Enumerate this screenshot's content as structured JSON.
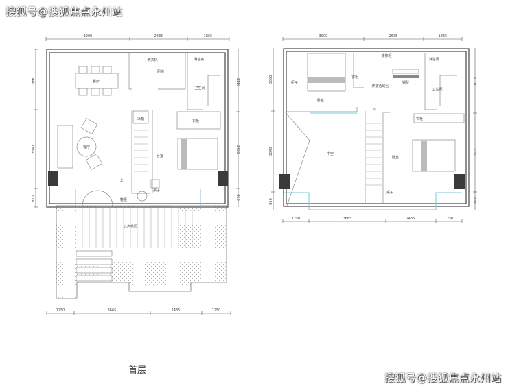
{
  "watermark_top": "搜狐号@搜狐焦点永州站",
  "watermark_bottom": "搜狐号@搜狐焦点永州站",
  "ground_floor": {
    "title": "首层",
    "dims_top": [
      "3900",
      "2635",
      "1865"
    ],
    "dims_left": [
      "3090",
      "3840",
      "850"
    ],
    "dims_right": [
      "3110",
      "3790",
      "850"
    ],
    "dims_bottom": [
      "1250",
      "3665",
      "2435",
      "1250"
    ],
    "rooms": {
      "dining": "餐厅",
      "kitchen": "厨房",
      "washer": "洗衣机",
      "shower": "淋浴房",
      "bathroom": "卫生间",
      "fridge": "冰箱",
      "living": "客厅",
      "bedroom": "卧室",
      "stairs_up": "上",
      "table": "桌子",
      "shoe_cabinet": "鞋柜",
      "entry_garden": "入户花园",
      "wardrobe": "衣柜"
    }
  },
  "upper_floor": {
    "dims_top": [
      "3900",
      "2635",
      "1865"
    ],
    "dims_left": [
      "3060",
      "3840",
      "850"
    ],
    "dims_right": [
      "3110",
      "3790",
      "850"
    ],
    "dims_bottom": [
      "1250",
      "3665",
      "2435",
      "1250"
    ],
    "rooms": {
      "bedroom1": "卧室",
      "cabinet": "柜子",
      "wardrobe1": "衣柜",
      "deco_cabinet": "装饰柜",
      "open_area": "开放活动区",
      "piano": "钢琴",
      "shower": "淋浴间",
      "bathroom": "卫生间",
      "void": "中空",
      "stairs_down": "下",
      "bedroom2": "卧室",
      "wardrobe2": "衣柜",
      "table": "桌子"
    }
  }
}
